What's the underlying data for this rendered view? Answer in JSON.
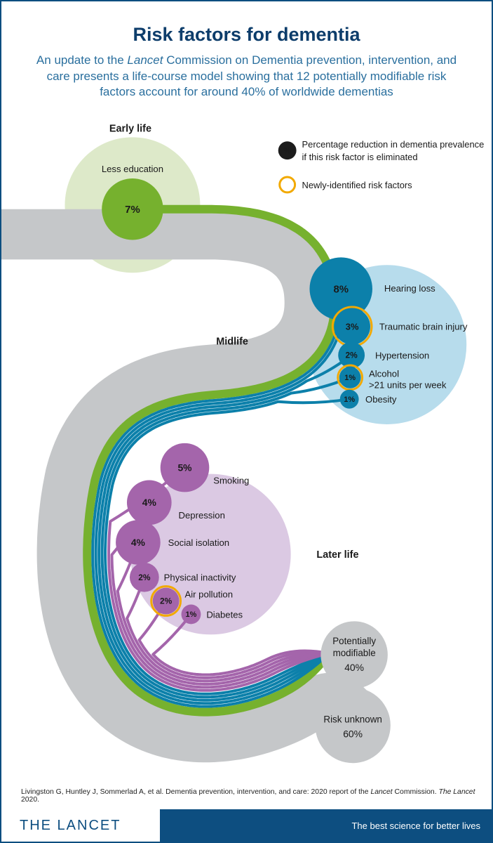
{
  "page": {
    "title": "Risk factors for dementia",
    "subtitle_parts": [
      {
        "t": "An update to the "
      },
      {
        "t": "Lancet",
        "i": true
      },
      {
        "t": " Commission on Dementia prevention, intervention, and care presents a life-course model showing that 12 potentially modifiable risk factors account for around 40% of worldwide dementias"
      }
    ],
    "citation_parts": [
      {
        "t": "Livingston G, Huntley J, Sommerlad A, et al. Dementia prevention, intervention, and care: 2020 report of the "
      },
      {
        "t": "Lancet",
        "i": true
      },
      {
        "t": " Commission. "
      },
      {
        "t": "The Lancet",
        "i": true
      },
      {
        "t": " 2020."
      }
    ]
  },
  "legend": {
    "badge_symbol": "%",
    "item1_lines": [
      "Percentage reduction in dementia prevalence",
      "if this risk factor is eliminated"
    ],
    "item2": "Newly-identified risk factors"
  },
  "chart_data": {
    "type": "sankey",
    "title": "Risk factors for dementia",
    "groups": [
      {
        "stage": "Early life",
        "color_key": "early",
        "bg_key": "early_bg",
        "factors": [
          {
            "label": "Less education",
            "value": 7,
            "newly_identified": false
          }
        ]
      },
      {
        "stage": "Midlife",
        "color_key": "mid",
        "bg_key": "mid_bg",
        "factors": [
          {
            "label": "Hearing loss",
            "value": 8,
            "newly_identified": false
          },
          {
            "label": "Traumatic brain injury",
            "value": 3,
            "newly_identified": true
          },
          {
            "label": "Hypertension",
            "value": 2,
            "newly_identified": false
          },
          {
            "label": "Alcohol",
            "sublabel": ">21 units per week",
            "value": 1,
            "newly_identified": true
          },
          {
            "label": "Obesity",
            "value": 1,
            "newly_identified": false
          }
        ]
      },
      {
        "stage": "Later life",
        "color_key": "late",
        "bg_key": "late_bg",
        "factors": [
          {
            "label": "Smoking",
            "value": 5,
            "newly_identified": false
          },
          {
            "label": "Depression",
            "value": 4,
            "newly_identified": false
          },
          {
            "label": "Social isolation",
            "value": 4,
            "newly_identified": false
          },
          {
            "label": "Physical inactivity",
            "value": 2,
            "newly_identified": false
          },
          {
            "label": "Air pollution",
            "value": 2,
            "newly_identified": true
          },
          {
            "label": "Diabetes",
            "value": 1,
            "newly_identified": false
          }
        ]
      }
    ],
    "outcomes": [
      {
        "label_lines": [
          "Potentially",
          "modifiable"
        ],
        "value": "40%"
      },
      {
        "label_lines": [
          "Risk unknown"
        ],
        "value": "60%"
      }
    ]
  },
  "footer": {
    "brand": "THE LANCET",
    "tagline": "The best science for better lives"
  },
  "colors": {
    "navy": "#0d4e80",
    "title": "#0d3d6b",
    "subtitle": "#2a6f9e",
    "early": "#76b12e",
    "early_bg": "#dde9c9",
    "mid": "#0c80aa",
    "mid_bg": "#b7dcec",
    "late": "#a465ab",
    "late_bg": "#dbc9e3",
    "gray": "#c5c7c9",
    "yellow": "#f2a900",
    "badge": "#1c1c1c",
    "ink": "#1a1a1a",
    "white": "#ffffff"
  }
}
